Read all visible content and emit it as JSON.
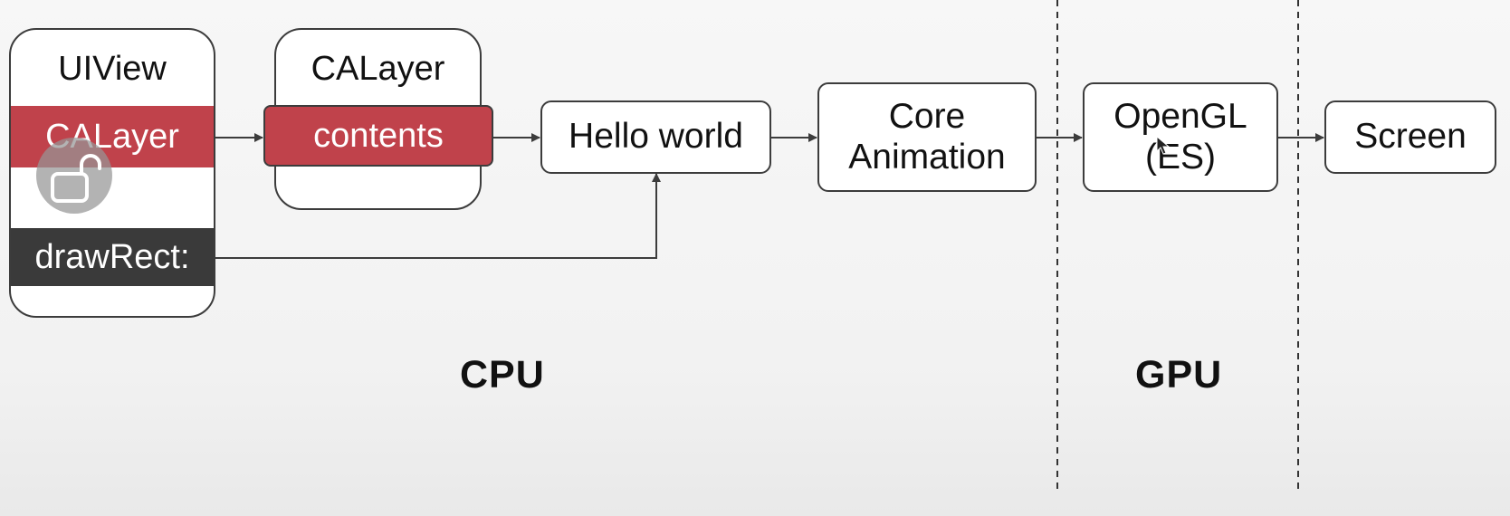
{
  "uiview": {
    "title": "UIView",
    "layer_band": "CALayer",
    "draw_band": "drawRect:"
  },
  "calayer": {
    "title": "CALayer",
    "contents_band": "contents"
  },
  "hello": {
    "label": "Hello world"
  },
  "core_animation": {
    "line1": "Core",
    "line2": "Animation"
  },
  "opengl": {
    "line1": "OpenGL",
    "line2": "(ES)"
  },
  "screen": {
    "label": "Screen"
  },
  "sections": {
    "cpu": "CPU",
    "gpu": "GPU"
  },
  "colors": {
    "accent_red": "#c0424b",
    "dark_band": "#3a3a3a",
    "stroke": "#3c3c3c"
  },
  "icons": {
    "overlay": "unlock-icon",
    "pointer": "mouse-cursor-icon"
  }
}
